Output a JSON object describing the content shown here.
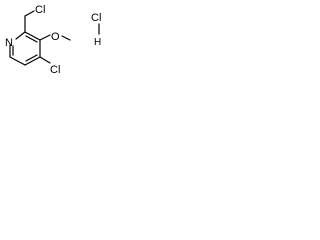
{
  "molecule": {
    "atoms": {
      "cl_methyl": "Cl",
      "nitrogen": "N",
      "oxygen": "O",
      "cl_ring": "Cl"
    },
    "salt": {
      "cl": "Cl",
      "h": "H"
    }
  }
}
